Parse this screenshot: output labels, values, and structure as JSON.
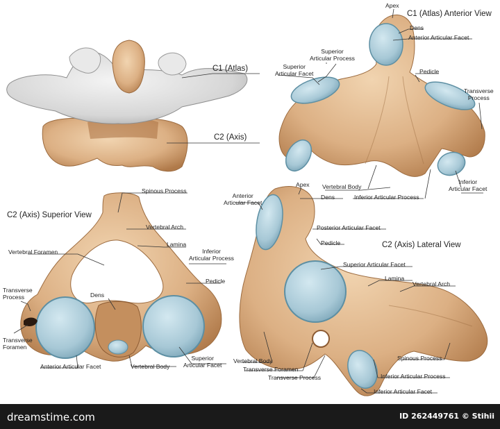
{
  "colors": {
    "bone": "#e2b98c",
    "bone_dark": "#b98654",
    "bone_shadow": "#a06f44",
    "atlas_grey": "#dcdcdc",
    "facet": "#a9cbd8",
    "facet_rim": "#5d8fa3",
    "line": "#333333"
  },
  "panels": {
    "top_left": {
      "c1_label": "C1 (Atlas)",
      "c2_label": "C2 (Axis)"
    },
    "top_right": {
      "title": "C1 (Atlas) Anterior View",
      "labels": {
        "apex": "Apex",
        "dens": "Dens",
        "anterior_articular_facet": "Anterior Articular Facet",
        "superior_articular_process": "Superior\nArticular Process",
        "superior_articular_facet": "Superior\nArticular Facet",
        "pedicle": "Pedicle",
        "transverse_process": "Transverse\nProcess",
        "vertebral_body": "Vertebral Body",
        "inferior_articular_process": "Inferior Articular Process",
        "inferior_articular_facet": "Inferior\nArticular Facet"
      }
    },
    "bottom_left": {
      "title": "C2 (Axis) Superior View",
      "labels": {
        "spinous_process": "Spinous Process",
        "vertebral_arch": "Vertebral Arch",
        "lamina": "Lamina",
        "vertebral_foramen": "Vertebral Foramen",
        "inferior_articular_process": "Inferior\nArticular Process",
        "pedicle": "Pedicle",
        "transverse_process": "Transverse\nProcess",
        "dens": "Dens",
        "transverse_foramen": "Transverse\nForamen",
        "anterior_articular_facet": "Anterior Articular Facet",
        "vertebral_body": "Vertebral Body",
        "superior_articular_facet": "Superior\nArticular Facet"
      }
    },
    "bottom_right": {
      "title": "C2 (Axis) Lateral View",
      "labels": {
        "anterior_articular_facet": "Anterior\nArticular Facet",
        "apex": "Apex",
        "dens": "Dens",
        "posterior_articular_facet": "Posterior Articular Facet",
        "pedicle": "Pedicle",
        "superior_articular_facet": "Superior Articular Facet",
        "lamina": "Lamina",
        "vertebral_arch": "Vertebral Arch",
        "vertebral_body": "Vertebral Body",
        "transverse_foramen": "Transverse Foramen",
        "transverse_process": "Transverse Process",
        "spinous_process": "Spinous Process",
        "inferior_articular_process": "Inferior Articular Process",
        "inferior_articular_facet": "Inferior Articular Facet"
      }
    }
  },
  "footer": {
    "brand": "dreamstime.com",
    "id": "ID 262449761 © Stihii"
  }
}
